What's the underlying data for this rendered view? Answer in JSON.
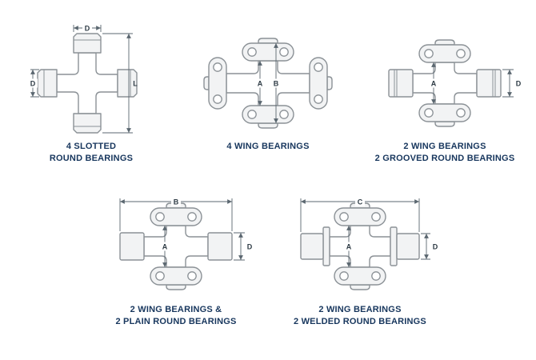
{
  "page": {
    "background_color": "#ffffff",
    "caption_color": "#17365d",
    "line_color": "#8b9196",
    "dim_color": "#5b6770"
  },
  "diagrams": [
    {
      "name": "4-slotted-round-bearings",
      "caption": [
        "4 SLOTTED",
        "ROUND BEARINGS"
      ],
      "dims": {
        "top": "D",
        "left": "D",
        "right": "L"
      }
    },
    {
      "name": "4-wing-bearings",
      "caption": [
        "4 WING BEARINGS"
      ],
      "dims": {
        "a": "A",
        "b": "B"
      }
    },
    {
      "name": "2-wing-2-grooved-round-bearings",
      "caption": [
        "2 WING BEARINGS",
        "2 GROOVED ROUND BEARINGS"
      ],
      "dims": {
        "a": "A",
        "d": "D"
      }
    },
    {
      "name": "2-wing-2-plain-round-bearings",
      "caption": [
        "2 WING BEARINGS &",
        "2 PLAIN ROUND BEARINGS"
      ],
      "dims": {
        "a": "A",
        "b": "B",
        "d": "D"
      }
    },
    {
      "name": "2-wing-2-welded-round-bearings",
      "caption": [
        "2 WING BEARINGS",
        "2 WELDED ROUND BEARINGS"
      ],
      "dims": {
        "a": "A",
        "c": "C",
        "d": "D"
      }
    }
  ]
}
